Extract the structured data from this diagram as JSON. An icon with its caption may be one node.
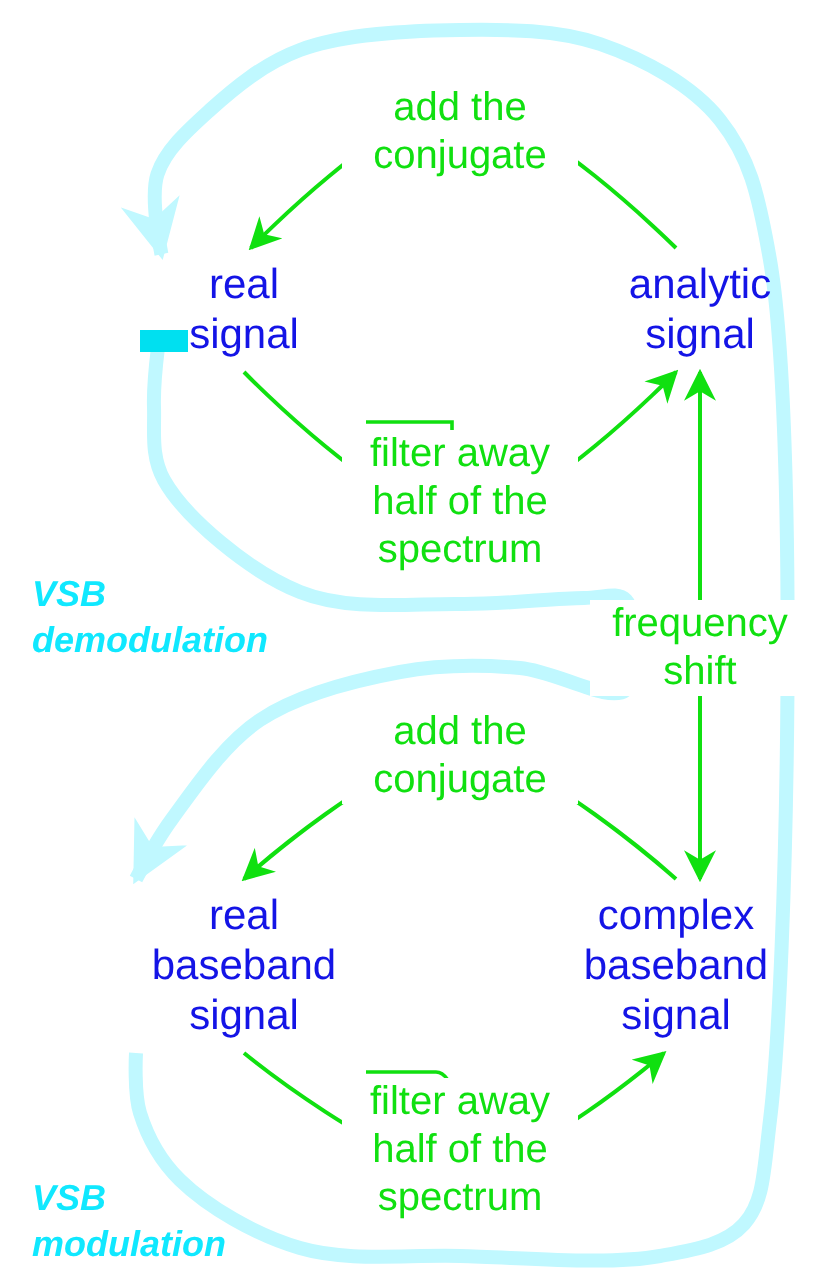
{
  "diagram": {
    "nodes": [
      {
        "text": [
          "real signal"
        ]
      },
      {
        "text": [
          "analytic signal"
        ]
      },
      {
        "text": [
          "real baseband signal"
        ]
      },
      {
        "text": [
          "complex baseband signal"
        ]
      }
    ],
    "edges": [
      {
        "from": 1,
        "to": 0,
        "arrow": "to",
        "label": "add the conjugate"
      },
      {
        "from": 0,
        "to": 1,
        "arrow": "to",
        "label": "filter away half of the spectrum"
      },
      {
        "from": 1,
        "to": 3,
        "arrow": "both",
        "label": "frequency shift"
      },
      {
        "from": 3,
        "to": 2,
        "arrow": "to",
        "label": "add the conjugate"
      },
      {
        "from": 2,
        "to": 3,
        "arrow": "to",
        "label": "filter away half of the spectrum"
      },
      {
        "from": 0,
        "to": 2,
        "arrow": "to",
        "style": "thick",
        "color": "#c0f8ff"
      },
      {
        "from": 2,
        "to": 0,
        "arrow": "to",
        "style": "thick",
        "color": "#c0f8ff"
      }
    ],
    "labels": [
      "VSB demodulation",
      "VSB modulation"
    ]
  }
}
